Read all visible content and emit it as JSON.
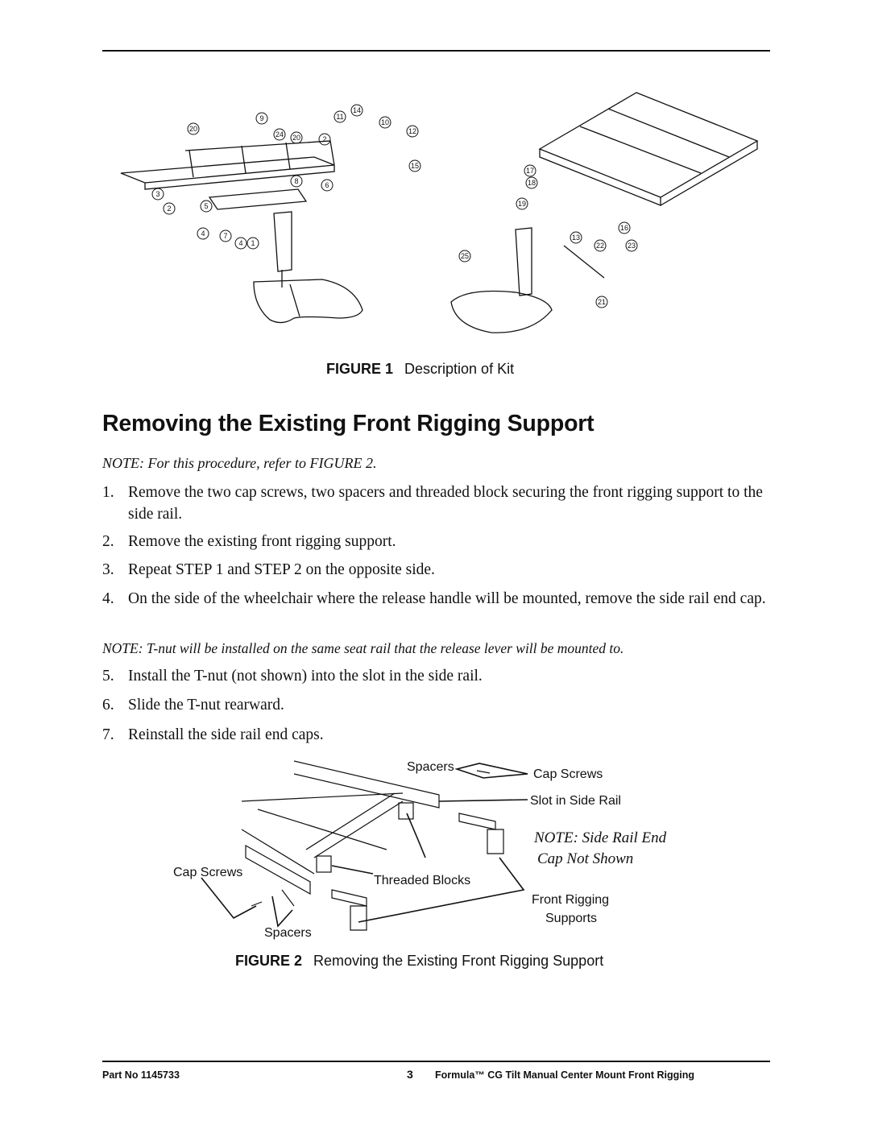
{
  "figure1": {
    "label": "FIGURE 1",
    "caption": "Description of Kit",
    "callouts": [
      "9",
      "11",
      "14",
      "10",
      "12",
      "20",
      "24",
      "20",
      "2",
      "15",
      "8",
      "6",
      "3",
      "5",
      "2",
      "4",
      "7",
      "4",
      "1",
      "17",
      "18",
      "19",
      "13",
      "16",
      "22",
      "23",
      "25",
      "21"
    ]
  },
  "section": {
    "heading": "Removing the Existing Front Rigging Support",
    "note1": "NOTE: For this procedure, refer to FIGURE 2.",
    "steps": [
      {
        "num": "1.",
        "text": "Remove the two cap screws, two spacers and threaded block securing the front rigging support to the side rail."
      },
      {
        "num": "2.",
        "text": "Remove the existing front rigging support."
      },
      {
        "num": "3.",
        "text": "Repeat STEP 1 and STEP 2 on the opposite side."
      },
      {
        "num": "4.",
        "text": "On the side of the wheelchair where the release handle will be mounted, remove the side rail end cap."
      },
      {
        "num": "5.",
        "text": "Install the T-nut (not shown) into the slot in the side rail."
      },
      {
        "num": "6.",
        "text": "Slide the T-nut rearward."
      },
      {
        "num": "7.",
        "text": "Reinstall the side rail end caps."
      }
    ],
    "note2": "NOTE: T-nut will be installed on the same seat rail that the release lever will be mounted to."
  },
  "figure2": {
    "label": "FIGURE 2",
    "caption": "Removing the Existing Front Rigging Support",
    "labels": {
      "spacers_top": "Spacers",
      "cap_screws_top": "Cap Screws",
      "slot": "Slot in Side Rail",
      "note_line1": "NOTE: Side Rail End",
      "note_line2": "Cap Not Shown",
      "cap_screws_left": "Cap Screws",
      "threaded_blocks": "Threaded Blocks",
      "front_rigging_1": "Front Rigging",
      "front_rigging_2": "Supports",
      "spacers_bottom": "Spacers"
    }
  },
  "footer": {
    "part_no": "Part No 1145733",
    "page": "3",
    "title": "Formula™ CG Tilt Manual Center Mount Front Rigging"
  }
}
